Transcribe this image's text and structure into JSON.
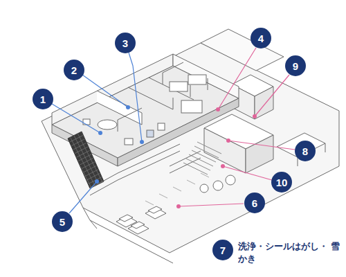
{
  "diagram": {
    "labels": [
      "1",
      "2",
      "3",
      "4",
      "5",
      "6",
      "7",
      "8",
      "9",
      "10",
      "洗浄・シールはがし・ 雪かき"
    ]
  }
}
